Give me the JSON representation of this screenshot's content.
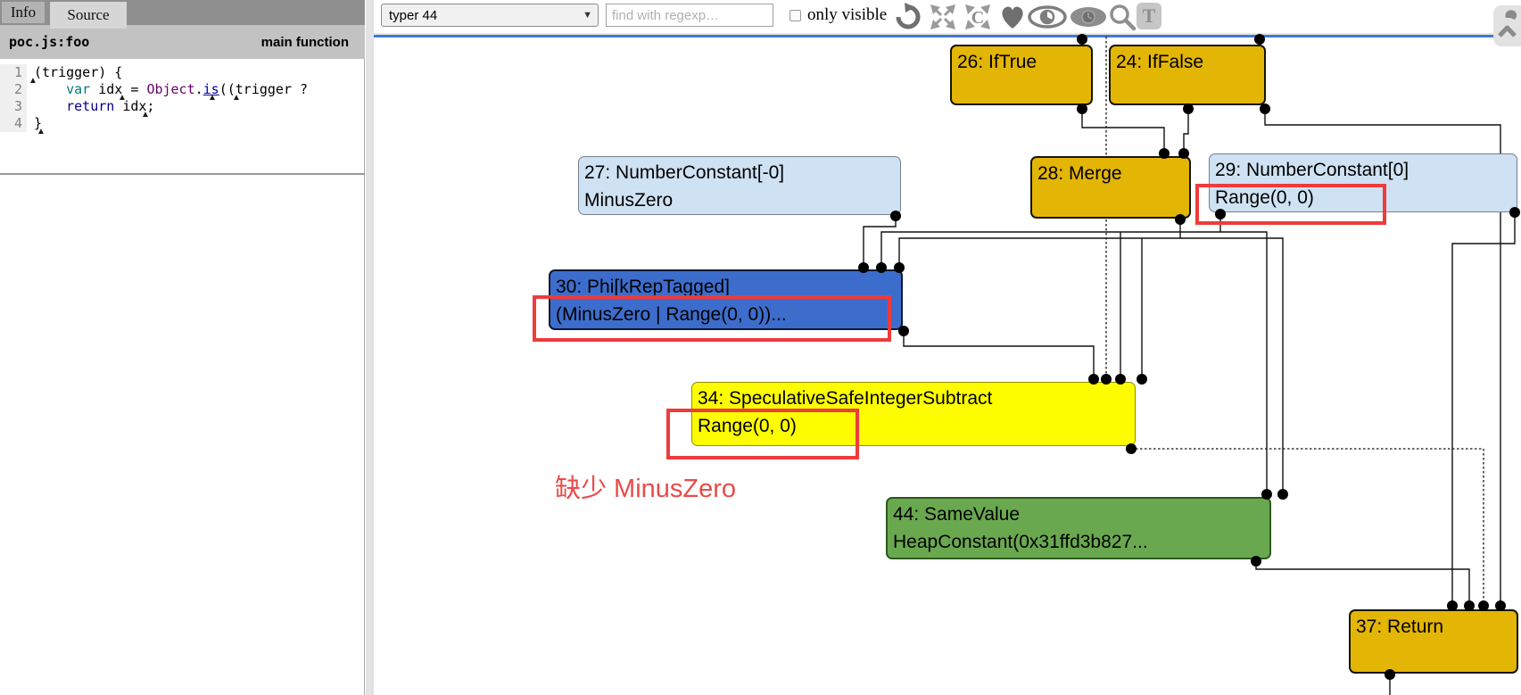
{
  "left_panel": {
    "tabs": {
      "info": "Info",
      "source": "Source"
    },
    "header": {
      "title": "poc.js:foo",
      "subtitle": "main function"
    },
    "source": {
      "line_numbers": [
        "1",
        "2",
        "3",
        "4"
      ],
      "l1": "(trigger) {",
      "l2_indent": "    ",
      "l2_var": "var",
      "l2_mid": " idx = ",
      "l2_object": "Object",
      "l2_dot": ".",
      "l2_is": "is",
      "l2_rest": "((trigger ?",
      "l3_indent": "    ",
      "l3_return": "return",
      "l3_rest": " idx;",
      "l4": "}"
    }
  },
  "toolbar": {
    "phase_selector": {
      "value": "typer 44"
    },
    "search": {
      "placeholder": "find with regexp…"
    },
    "only_visible": {
      "label": "only visible",
      "checked": false
    },
    "icon_names": [
      "layout-graph-icon",
      "expand-all-icon",
      "uncollapse-all-icon",
      "toggle-hide-dead-icon",
      "hide-unselected-icon",
      "hide-selected-icon",
      "zoom-selection-icon",
      "toggle-types-icon"
    ],
    "toolbar_letter_icon": "T"
  },
  "graph": {
    "nodes": {
      "n26": {
        "label": "26: IfTrue"
      },
      "n24": {
        "label": "24: IfFalse"
      },
      "n27": {
        "label": "27: NumberConstant[-0]",
        "type": "MinusZero"
      },
      "n28": {
        "label": "28: Merge"
      },
      "n29": {
        "label": "29: NumberConstant[0]",
        "type": "Range(0, 0)"
      },
      "n30": {
        "label": "30: Phi[kRepTagged]",
        "type": "(MinusZero | Range(0, 0))..."
      },
      "n34": {
        "label": "34: SpeculativeSafeIntegerSubtract",
        "type": "Range(0, 0)"
      },
      "n44": {
        "label": "44: SameValue",
        "type": "HeapConstant(0x31ffd3b827..."
      },
      "n37": {
        "label": "37: Return"
      }
    },
    "annotation_text": "缺少 MinusZero",
    "colors": {
      "control_gold": "#e3b505",
      "constant_light_blue": "#cfe2f3",
      "phi_blue": "#3d6dcc",
      "highlight_yellow": "#fdfd00",
      "samevalue_green": "#6aa84f",
      "annotation_red": "#ee3b3b",
      "blue_divider": "#3d78d7"
    }
  }
}
